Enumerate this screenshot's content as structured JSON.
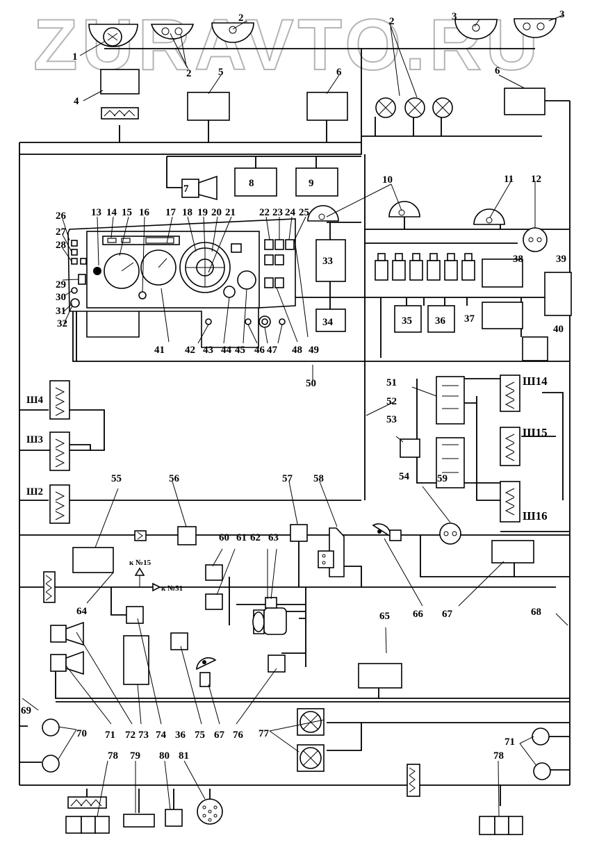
{
  "watermark": "ZURAVTO.RU",
  "arrow_labels": {
    "to15": "к №15",
    "to51": "к №51"
  },
  "labels": [
    "1",
    "2",
    "2",
    "3",
    "3",
    "2",
    "4",
    "5",
    "6",
    "6",
    "7",
    "8",
    "9",
    "10",
    "11",
    "12",
    "13",
    "14",
    "15",
    "16",
    "17",
    "18",
    "19",
    "20",
    "21",
    "22",
    "23",
    "24",
    "25",
    "26",
    "27",
    "28",
    "29",
    "30",
    "31",
    "32",
    "33",
    "34",
    "35",
    "36",
    "37",
    "38",
    "39",
    "40",
    "41",
    "42",
    "43",
    "44",
    "45",
    "46",
    "47",
    "48",
    "49",
    "50",
    "51",
    "52",
    "53",
    "54",
    "55",
    "56",
    "57",
    "58",
    "59",
    "60",
    "61",
    "62",
    "63",
    "64",
    "65",
    "66",
    "67",
    "68",
    "69",
    "70",
    "71",
    "72",
    "73",
    "74",
    "36",
    "75",
    "67",
    "76",
    "77",
    "71",
    "78",
    "79",
    "80",
    "81",
    "78",
    "Ш4",
    "Ш3",
    "Ш2",
    "Ш14",
    "Ш15",
    "Ш16"
  ]
}
